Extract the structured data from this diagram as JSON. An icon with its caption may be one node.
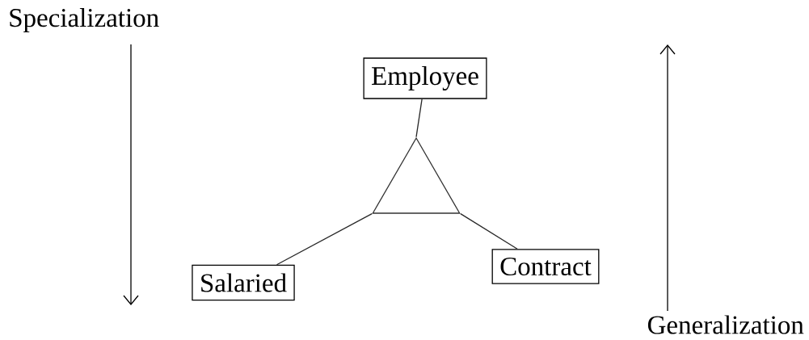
{
  "diagram": {
    "nodes": [
      {
        "text": [
          "Employee"
        ]
      },
      {
        "text": [],
        "shape": "triangle"
      },
      {
        "text": [
          "Salaried"
        ]
      },
      {
        "text": [
          "Contract"
        ]
      }
    ],
    "edges": [
      {
        "from": 0,
        "to": 1,
        "arrow": "none"
      },
      {
        "from": 1,
        "to": 2,
        "arrow": "none"
      },
      {
        "from": 1,
        "to": 3,
        "arrow": "none"
      }
    ],
    "labels": [
      "Specialization",
      "Generalization"
    ]
  }
}
